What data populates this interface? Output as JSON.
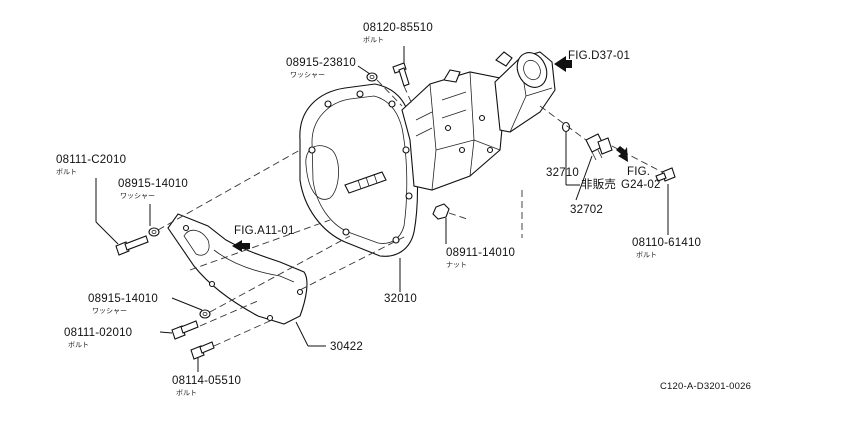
{
  "diagram_id": "C120-A-D3201-0026",
  "callouts": [
    {
      "part_no": "08120-85510",
      "sub": "ボルト"
    },
    {
      "part_no": "08915-23810",
      "sub": "ワッシャー"
    },
    {
      "part_no": "08111-C2010",
      "sub": "ボルト"
    },
    {
      "part_no": "08915-14010",
      "sub": "ワッシャー"
    },
    {
      "part_no": "08915-14010",
      "sub": "ワッシャー"
    },
    {
      "part_no": "08111-02010",
      "sub": "ボルト"
    },
    {
      "part_no": "08114-05510",
      "sub": "ボルト"
    },
    {
      "part_no": "08911-14010",
      "sub": "ナット"
    },
    {
      "part_no": "08110-61410",
      "sub": "ボルト"
    },
    {
      "part_no": "32710",
      "sub": ""
    },
    {
      "part_no": "32702",
      "sub": ""
    },
    {
      "part_no": "32010",
      "sub": ""
    },
    {
      "part_no": "30422",
      "sub": ""
    }
  ],
  "not_sold_label": "非販売",
  "figure_refs": [
    {
      "line1": "FIG.D37-01",
      "line2": ""
    },
    {
      "line1": "FIG.A11-01",
      "line2": ""
    },
    {
      "line1": "FIG.",
      "line2": "G24-02"
    }
  ]
}
